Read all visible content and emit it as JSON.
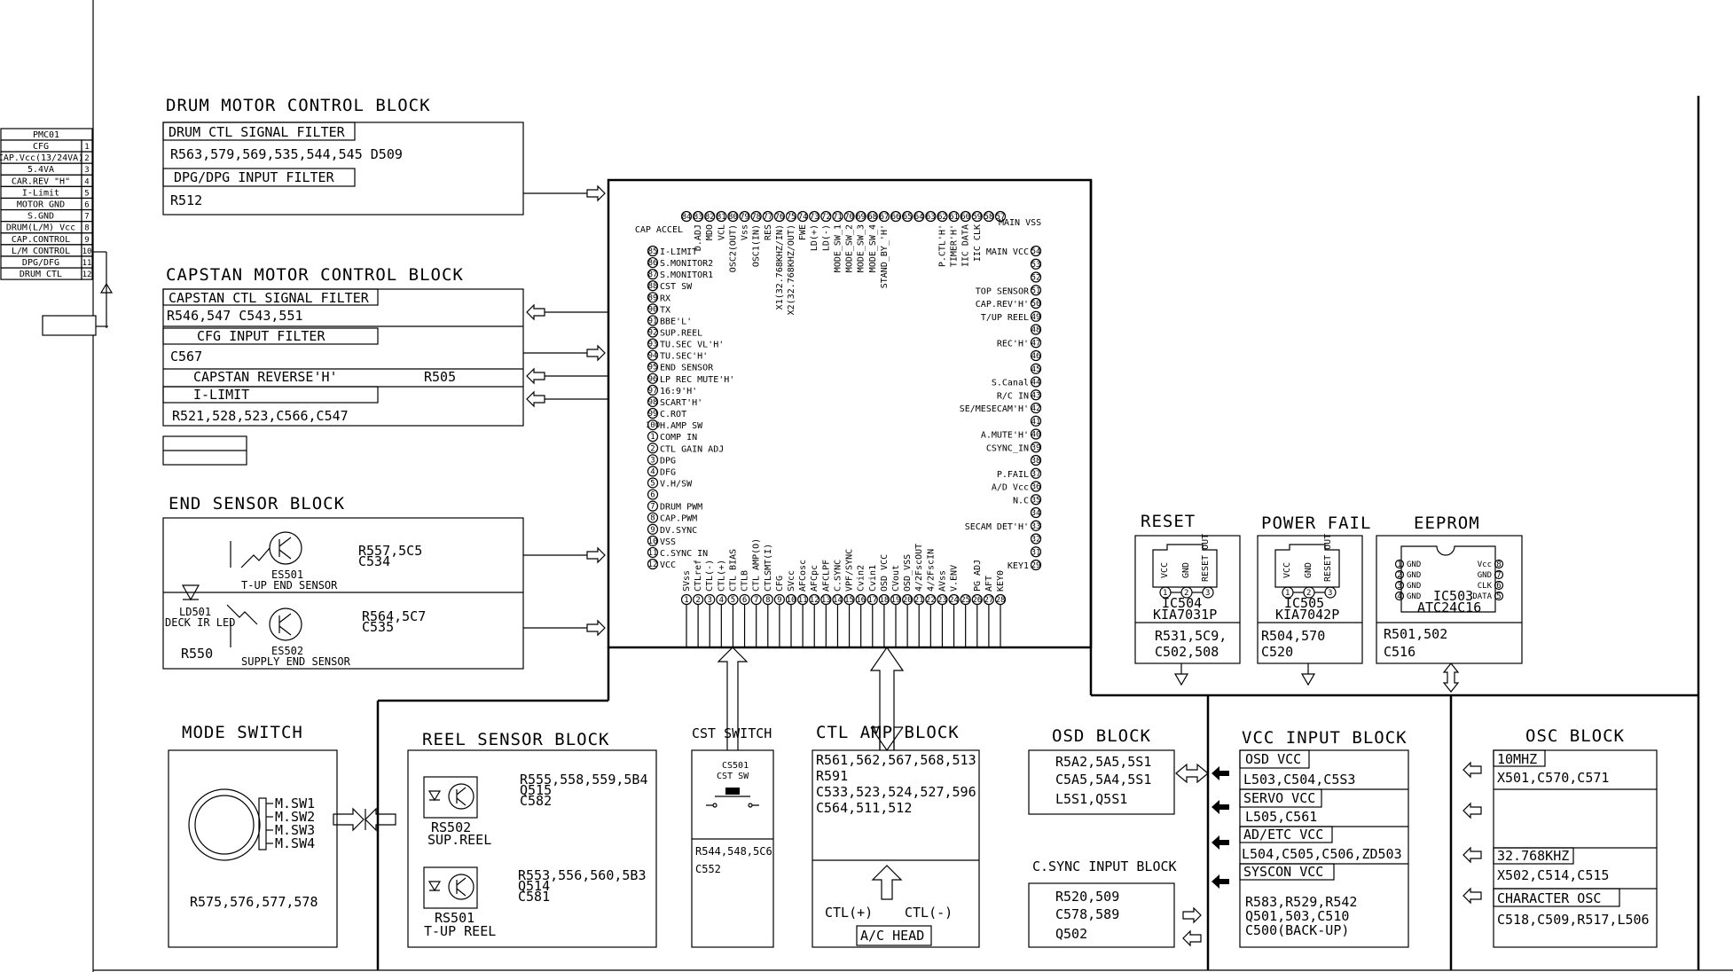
{
  "connector": {
    "name": "PMC01",
    "pins": [
      {
        "label": "CFG",
        "num": "1"
      },
      {
        "label": "CAP.Vcc(13/24VA)",
        "num": "2"
      },
      {
        "label": "5.4VA",
        "num": "3"
      },
      {
        "label": "CAR.REV \"H\"",
        "num": "4"
      },
      {
        "label": "I-Limit",
        "num": "5"
      },
      {
        "label": "MOTOR GND",
        "num": "6"
      },
      {
        "label": "S.GND",
        "num": "7"
      },
      {
        "label": "DRUM(L/M) Vcc",
        "num": "8"
      },
      {
        "label": "CAP.CONTROL",
        "num": "9"
      },
      {
        "label": "L/M CONTROL",
        "num": "10"
      },
      {
        "label": "DPG/DFG",
        "num": "11"
      },
      {
        "label": "DRUM CTL",
        "num": "12"
      }
    ]
  },
  "drum_block": {
    "title": "DRUM MOTOR CONTROL BLOCK",
    "ctl_filter": "DRUM CTL SIGNAL FILTER",
    "ctl_parts": "R563,579,569,535,544,545  D509",
    "dpg_filter": "DPG/DPG INPUT FILTER",
    "dpg_parts": "R512"
  },
  "capstan_block": {
    "title": "CAPSTAN MOTOR CONTROL BLOCK",
    "ctl_filter": "CAPSTAN CTL SIGNAL FILTER",
    "ctl_parts": "R546,547  C543,551",
    "cfg_filter": "CFG INPUT FILTER",
    "cfg_parts": "C567",
    "reverse": "CAPSTAN REVERSE'H'",
    "reverse_part": "R505",
    "ilimit": "I-LIMIT",
    "ilimit_parts": "R521,528,523,C566,C547"
  },
  "end_sensor": {
    "title": "END SENSOR BLOCK",
    "es501": "ES501",
    "es501_desc": "T-UP END SENSOR",
    "es501_parts1": "R557,5C5",
    "es501_parts2": "C534",
    "ld501": "LD501",
    "ld501_desc": "DECK IR LED",
    "es502": "ES502",
    "es502_desc": "SUPPLY END SENSOR",
    "es502_parts1": "R564,5C7",
    "es502_parts2": "C535",
    "r550": "R550"
  },
  "ic": {
    "left_pins": [
      {
        "n": "85",
        "l": "I-LIMIT"
      },
      {
        "n": "86",
        "l": "S.MONITOR2"
      },
      {
        "n": "87",
        "l": "S.MONITOR1"
      },
      {
        "n": "88",
        "l": "CST SW"
      },
      {
        "n": "89",
        "l": "RX"
      },
      {
        "n": "90",
        "l": "TX"
      },
      {
        "n": "91",
        "l": "BBE'L'"
      },
      {
        "n": "92",
        "l": "SUP.REEL"
      },
      {
        "n": "93",
        "l": "TU.SEC VL'H'"
      },
      {
        "n": "94",
        "l": "TU.SEC'H'"
      },
      {
        "n": "95",
        "l": "END SENSOR"
      },
      {
        "n": "96",
        "l": "LP REC MUTE'H'"
      },
      {
        "n": "97",
        "l": "16:9'H'"
      },
      {
        "n": "98",
        "l": "SCART'H'"
      },
      {
        "n": "99",
        "l": "C.ROT"
      },
      {
        "n": "100",
        "l": "H.AMP SW"
      },
      {
        "n": "1",
        "l": "COMP IN"
      },
      {
        "n": "2",
        "l": "CTL GAIN ADJ"
      },
      {
        "n": "3",
        "l": "DPG"
      },
      {
        "n": "4",
        "l": "DFG"
      },
      {
        "n": "5",
        "l": "V.H/SW"
      },
      {
        "n": "6",
        "l": ""
      },
      {
        "n": "7",
        "l": "DRUM PWM"
      },
      {
        "n": "8",
        "l": "CAP.PWM"
      },
      {
        "n": "9",
        "l": "DV.SYNC"
      },
      {
        "n": "10",
        "l": "VSS"
      },
      {
        "n": "11",
        "l": "C.SYNC IN"
      },
      {
        "n": "12",
        "l": "VCC"
      }
    ],
    "top_pins": [
      {
        "n": "84",
        "l": "CAP ACCEL"
      },
      {
        "n": "83",
        "l": "D.ADJ"
      },
      {
        "n": "82",
        "l": "MDO"
      },
      {
        "n": "81",
        "l": "VCL"
      },
      {
        "n": "80",
        "l": "OSC2(OUT)"
      },
      {
        "n": "79",
        "l": "Vss"
      },
      {
        "n": "78",
        "l": "OSC1(IN)"
      },
      {
        "n": "77",
        "l": "RES"
      },
      {
        "n": "76",
        "l": "X1(32.768KHZ/IN)"
      },
      {
        "n": "75",
        "l": "X2(32.768KHZ/OUT)"
      },
      {
        "n": "74",
        "l": "FWE"
      },
      {
        "n": "73",
        "l": "LD(+)"
      },
      {
        "n": "72",
        "l": "LD(-)"
      },
      {
        "n": "71",
        "l": "MODE_SW_1"
      },
      {
        "n": "70",
        "l": "MODE_SW_2"
      },
      {
        "n": "69",
        "l": "MODE_SW_3"
      },
      {
        "n": "68",
        "l": "MODE_SW_4"
      },
      {
        "n": "67",
        "l": "STAND_BY_'H'"
      },
      {
        "n": "66",
        "l": ""
      },
      {
        "n": "65",
        "l": ""
      },
      {
        "n": "64",
        "l": ""
      },
      {
        "n": "63",
        "l": ""
      },
      {
        "n": "62",
        "l": "P.CTL'H'"
      },
      {
        "n": "61",
        "l": "TIMER'H'"
      },
      {
        "n": "60",
        "l": "IIC DATA"
      },
      {
        "n": "59",
        "l": "IIC CLK"
      },
      {
        "n": "58",
        "l": ""
      },
      {
        "n": "57",
        "l": "MAIN VSS"
      }
    ],
    "right_pins": [
      {
        "n": "54",
        "l": "MAIN VCC"
      },
      {
        "n": "53",
        "l": ""
      },
      {
        "n": "52",
        "l": ""
      },
      {
        "n": "51",
        "l": "TOP SENSOR"
      },
      {
        "n": "50",
        "l": "CAP.REV'H'"
      },
      {
        "n": "49",
        "l": "T/UP REEL"
      },
      {
        "n": "48",
        "l": ""
      },
      {
        "n": "47",
        "l": "REC'H'"
      },
      {
        "n": "46",
        "l": ""
      },
      {
        "n": "45",
        "l": ""
      },
      {
        "n": "44",
        "l": "S.Canal"
      },
      {
        "n": "43",
        "l": "R/C IN"
      },
      {
        "n": "42",
        "l": "SE/MESECAM'H'"
      },
      {
        "n": "41",
        "l": ""
      },
      {
        "n": "40",
        "l": "A.MUTE'H'"
      },
      {
        "n": "39",
        "l": "CSYNC_IN"
      },
      {
        "n": "38",
        "l": ""
      },
      {
        "n": "37",
        "l": "P.FAIL"
      },
      {
        "n": "36",
        "l": "A/D Vcc"
      },
      {
        "n": "35",
        "l": "N.C"
      },
      {
        "n": "34",
        "l": ""
      },
      {
        "n": "33",
        "l": "SECAM DET'H'"
      },
      {
        "n": "32",
        "l": ""
      },
      {
        "n": "31",
        "l": ""
      },
      {
        "n": "29",
        "l": "KEY1"
      }
    ],
    "bottom_pins": [
      {
        "n": "1",
        "l": "SVss"
      },
      {
        "n": "2",
        "l": "CTLref"
      },
      {
        "n": "3",
        "l": "CTL(-)"
      },
      {
        "n": "4",
        "l": "CTL(+)"
      },
      {
        "n": "5",
        "l": "CTL BIAS"
      },
      {
        "n": "6",
        "l": "CTLB"
      },
      {
        "n": "7",
        "l": "CTL AMP(O)"
      },
      {
        "n": "8",
        "l": "CTLSMT(I)"
      },
      {
        "n": "9",
        "l": "CFG"
      },
      {
        "n": "10",
        "l": "SVcc"
      },
      {
        "n": "11",
        "l": "AFCosc"
      },
      {
        "n": "12",
        "l": "AFCpc"
      },
      {
        "n": "13",
        "l": "AFCLPF"
      },
      {
        "n": "14",
        "l": "C.SYNC"
      },
      {
        "n": "15",
        "l": "VPF/SYNC"
      },
      {
        "n": "16",
        "l": "Cvin2"
      },
      {
        "n": "17",
        "l": "Cvin1"
      },
      {
        "n": "18",
        "l": "OSD VCC"
      },
      {
        "n": "19",
        "l": "CVout"
      },
      {
        "n": "20",
        "l": "OSD_VSS"
      },
      {
        "n": "21",
        "l": "4/2FscOUT"
      },
      {
        "n": "22",
        "l": "4/2FscIN"
      },
      {
        "n": "23",
        "l": "AVss"
      },
      {
        "n": "24",
        "l": "V.ENV"
      },
      {
        "n": "25",
        "l": ""
      },
      {
        "n": "26",
        "l": "PG ADJ"
      },
      {
        "n": "27",
        "l": "AFT"
      },
      {
        "n": "28",
        "l": "KEY0"
      }
    ]
  },
  "reset": {
    "title": "RESET",
    "ic": "IC504",
    "part": "KIA7031P",
    "pins": [
      "VCC",
      "GND",
      "RESET OUT"
    ],
    "parts1": "R531,5C9,",
    "parts2": "C502,508"
  },
  "power_fail": {
    "title": "POWER FAIL",
    "ic": "IC505",
    "part": "KIA7042P",
    "pins": [
      "VCC",
      "GND",
      "RESET OUT"
    ],
    "parts1": "R504,570",
    "parts2": "C520"
  },
  "eeprom": {
    "title": "EEPROM",
    "ic": "IC503",
    "part": "ATC24C16",
    "left": [
      "GND",
      "GND",
      "GND",
      "GND"
    ],
    "right": [
      "Vcc",
      "GND",
      "CLK",
      "DATA"
    ],
    "parts1": "R501,502",
    "parts2": "C516"
  },
  "mode_switch": {
    "title": "MODE SWITCH",
    "sw": [
      "M.SW1",
      "M.SW2",
      "M.SW3",
      "M.SW4"
    ],
    "parts": "R575,576,577,578"
  },
  "reel_sensor": {
    "title": "REEL SENSOR BLOCK",
    "rs502": "RS502",
    "rs502_desc": "SUP.REEL",
    "rs502_p1": "R555,558,559,5B4",
    "rs502_p2": "Q515",
    "rs502_p3": "C582",
    "rs501": "RS501",
    "rs501_desc": "T-UP REEL",
    "rs501_p1": "R553,556,560,5B3",
    "rs501_p2": "Q514",
    "rs501_p3": "C581"
  },
  "cst_switch": {
    "title": "CST SWITCH",
    "cs": "CS501",
    "cs_desc": "CST SW",
    "parts1": "R544,548,5C6",
    "parts2": "C552"
  },
  "ctl_amp": {
    "title": "CTL AMP BLOCK",
    "l1": "R561,562,567,568,513",
    "l2": "R591",
    "l3": "C533,523,524,527,596",
    "l4": "C564,511,512",
    "ctl_p": "CTL(+)",
    "ctl_m": "CTL(-)",
    "head": "A/C HEAD"
  },
  "osd": {
    "title": "OSD BLOCK",
    "l1": "R5A2,5A5,5S1",
    "l2": "C5A5,5A4,5S1",
    "l3": "L5S1,Q5S1"
  },
  "csync": {
    "title": "C.SYNC INPUT BLOCK",
    "l1": "R520,509",
    "l2": "C578,589",
    "l3": "Q502"
  },
  "vcc_input": {
    "title": "VCC INPUT BLOCK",
    "osd": "OSD VCC",
    "osd_parts": "L503,C504,C5S3",
    "servo": "SERVO VCC",
    "servo_parts": "L505,C561",
    "ad": "AD/ETC VCC",
    "ad_parts": "L504,C505,C506,ZD503",
    "sys": "SYSCON VCC",
    "sys_p1": "R583,R529,R542",
    "sys_p2": "Q501,503,C510",
    "sys_p3": "C500(BACK-UP)"
  },
  "osc": {
    "title": "OSC BLOCK",
    "f1": "10MHZ",
    "f1_parts": "X501,C570,C571",
    "f2": "32.768KHZ",
    "f2_parts": "X502,C514,C515",
    "f3": "CHARACTER OSC",
    "f3_parts": "C518,C509,R517,L506"
  }
}
